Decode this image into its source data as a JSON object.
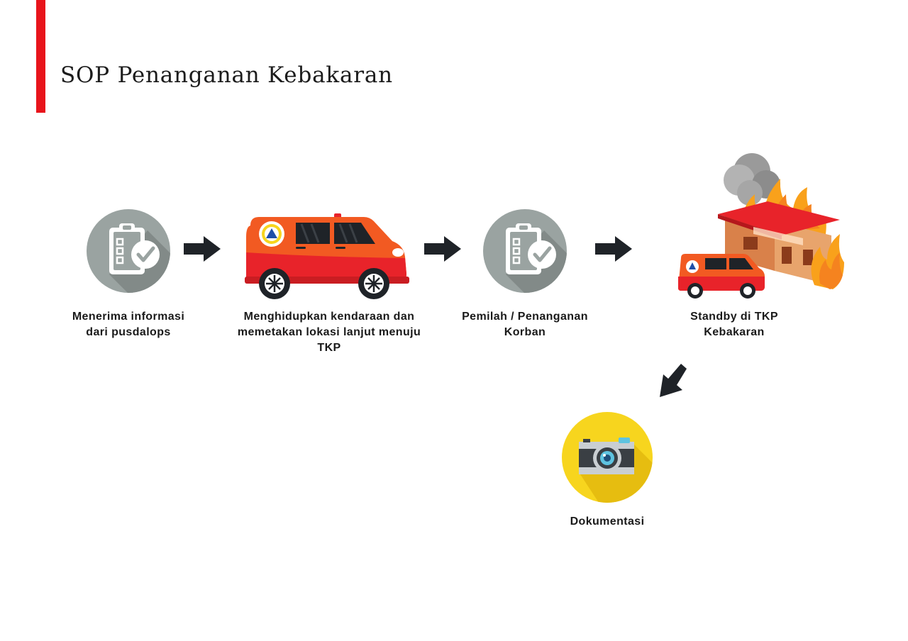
{
  "title": "SOP Penanganan Kebakaran",
  "colors": {
    "accent": "#e8141b",
    "arrow": "#1f2328",
    "gray_circle": "#9aa3a1",
    "yellow_circle": "#f7d51e",
    "vehicle_orange": "#f25a22",
    "vehicle_red": "#e8232a"
  },
  "steps": [
    {
      "icon": "clipboard-check-icon",
      "label_line1": "Menerima informasi",
      "label_line2": "dari pusdalops"
    },
    {
      "icon": "ambulance-icon",
      "label_line1": "Menghidupkan kendaraan dan",
      "label_line2": "memetakan lokasi lanjut menuju",
      "label_line3": "TKP"
    },
    {
      "icon": "clipboard-check-icon",
      "label_line1": "Pemilah / Penanganan",
      "label_line2": "Korban"
    },
    {
      "icon": "burning-house-icon",
      "label_line1": "Standby di TKP",
      "label_line2": "Kebakaran"
    },
    {
      "icon": "camera-icon",
      "label_line1": "Dokumentasi"
    }
  ]
}
